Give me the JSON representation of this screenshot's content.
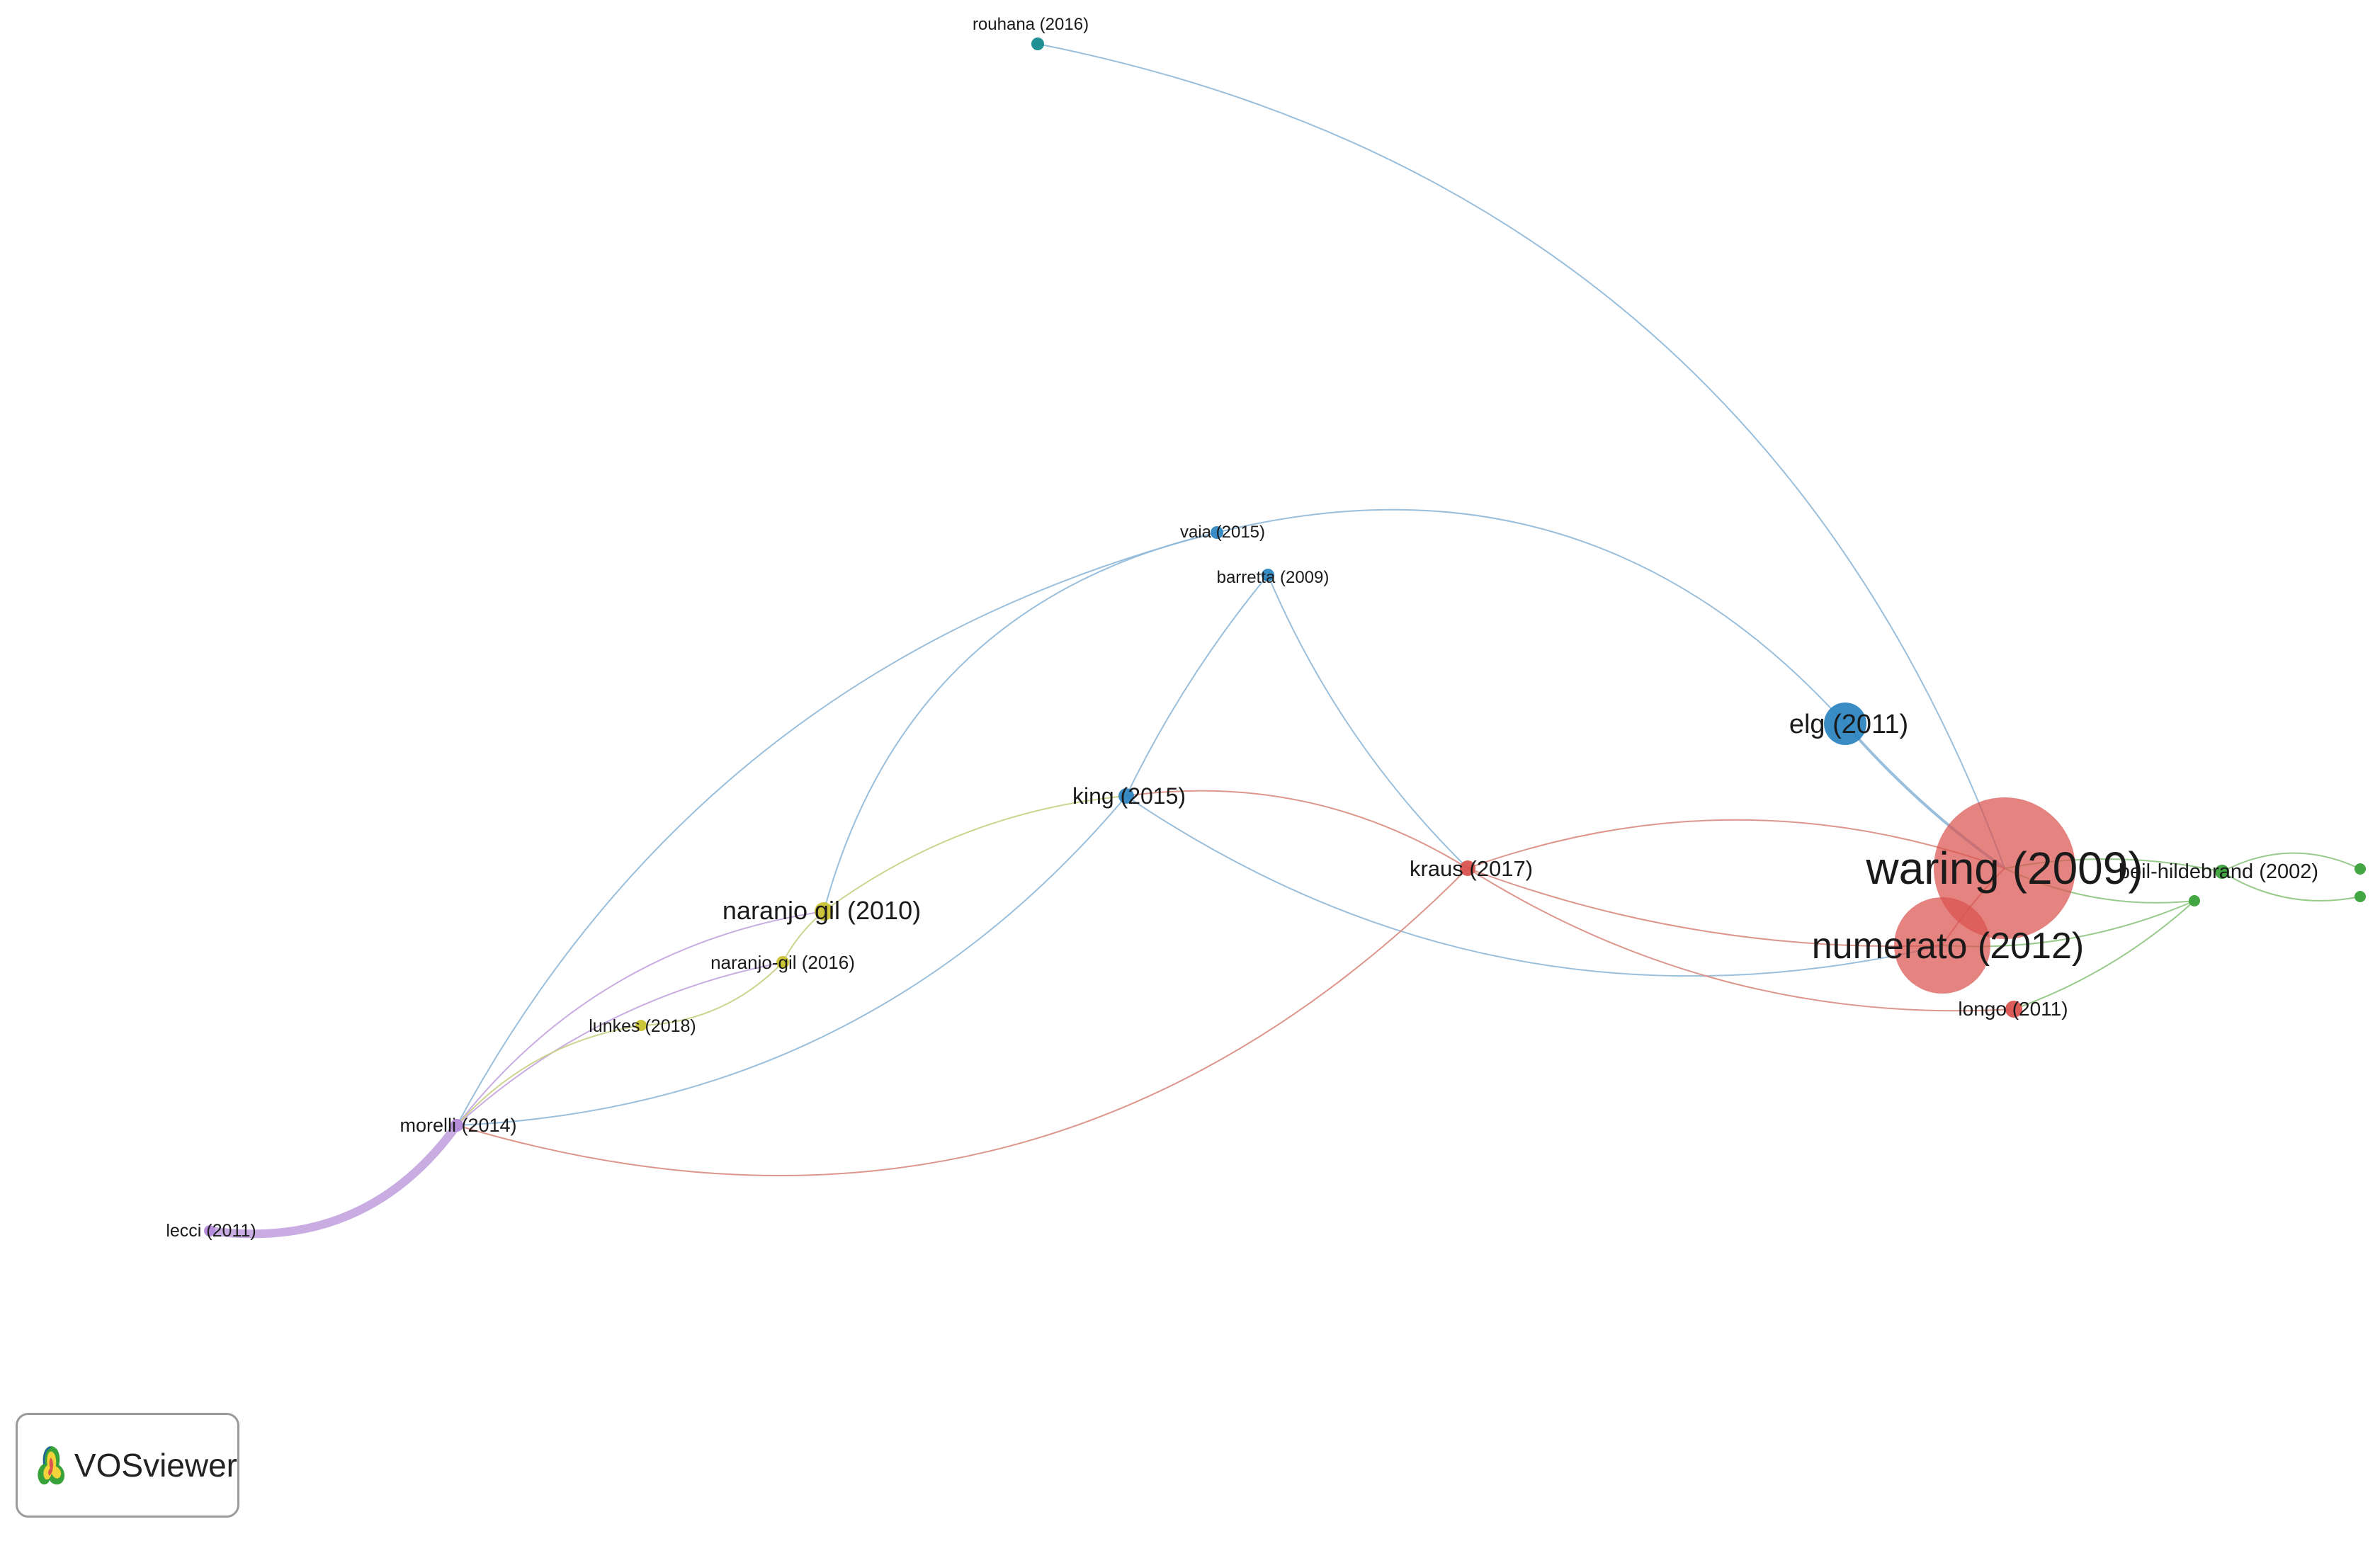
{
  "app": {
    "logo_label": "VOSviewer"
  },
  "colors": {
    "red": "#d9534f",
    "blue": "#2e86c1",
    "yellow": "#c9c232",
    "green": "#3aa23a",
    "purple": "#b48ad8",
    "teal": "#148a8f",
    "link_blue": "#8fb8d8",
    "link_red": "#d98b80",
    "link_green": "#8dc47e",
    "link_yellow": "#c9cf83",
    "link_purple": "#c2a3df"
  },
  "nodes": [
    {
      "id": "rouhana",
      "label": "rouhana (2016)",
      "cluster": "teal",
      "weight": 1
    },
    {
      "id": "vaia",
      "label": "vaia (2015)",
      "cluster": "blue",
      "weight": 1
    },
    {
      "id": "barretta",
      "label": "barretta (2009)",
      "cluster": "blue",
      "weight": 1
    },
    {
      "id": "elg",
      "label": "elg (2011)",
      "cluster": "blue",
      "weight": 4
    },
    {
      "id": "king",
      "label": "king (2015)",
      "cluster": "blue",
      "weight": 2
    },
    {
      "id": "kraus",
      "label": "kraus (2017)",
      "cluster": "red",
      "weight": 2
    },
    {
      "id": "waring",
      "label": "waring (2009)",
      "cluster": "red",
      "weight": 10
    },
    {
      "id": "numerato",
      "label": "numerato (2012)",
      "cluster": "red",
      "weight": 8
    },
    {
      "id": "longo",
      "label": "longo (2011)",
      "cluster": "red",
      "weight": 2
    },
    {
      "id": "beil",
      "label": "beil-hildebrand (2002)",
      "cluster": "green",
      "weight": 2
    },
    {
      "id": "naranjo2010",
      "label": "naranjo gil (2010)",
      "cluster": "yellow",
      "weight": 3
    },
    {
      "id": "naranjo2016",
      "label": "naranjo-gil (2016)",
      "cluster": "yellow",
      "weight": 1
    },
    {
      "id": "lunkes",
      "label": "lunkes (2018)",
      "cluster": "yellow",
      "weight": 1
    },
    {
      "id": "morelli",
      "label": "morelli (2014)",
      "cluster": "purple",
      "weight": 1
    },
    {
      "id": "lecci",
      "label": "lecci (2011)",
      "cluster": "purple",
      "weight": 1
    },
    {
      "id": "g1",
      "label": "",
      "cluster": "green",
      "weight": 1
    },
    {
      "id": "g2",
      "label": "",
      "cluster": "green",
      "weight": 1
    },
    {
      "id": "g3",
      "label": "",
      "cluster": "green",
      "weight": 1
    }
  ],
  "links": [
    {
      "from": "rouhana",
      "to": "waring",
      "color": "link_blue",
      "strength": 1
    },
    {
      "from": "vaia",
      "to": "elg",
      "color": "link_blue",
      "strength": 1
    },
    {
      "from": "vaia",
      "to": "naranjo2010",
      "color": "link_blue",
      "strength": 1
    },
    {
      "from": "vaia",
      "to": "morelli",
      "color": "link_blue",
      "strength": 1
    },
    {
      "from": "barretta",
      "to": "kraus",
      "color": "link_blue",
      "strength": 1
    },
    {
      "from": "barretta",
      "to": "king",
      "color": "link_blue",
      "strength": 1
    },
    {
      "from": "elg",
      "to": "waring",
      "color": "link_blue",
      "strength": 2
    },
    {
      "from": "king",
      "to": "kraus",
      "color": "link_red",
      "strength": 1
    },
    {
      "from": "king",
      "to": "numerato",
      "color": "link_blue",
      "strength": 1
    },
    {
      "from": "king",
      "to": "morelli",
      "color": "link_blue",
      "strength": 1
    },
    {
      "from": "king",
      "to": "naranjo2010",
      "color": "link_yellow",
      "strength": 1
    },
    {
      "from": "kraus",
      "to": "waring",
      "color": "link_red",
      "strength": 1
    },
    {
      "from": "kraus",
      "to": "numerato",
      "color": "link_red",
      "strength": 1
    },
    {
      "from": "kraus",
      "to": "longo",
      "color": "link_red",
      "strength": 1
    },
    {
      "from": "morelli",
      "to": "kraus",
      "color": "link_red",
      "strength": 1
    },
    {
      "from": "morelli",
      "to": "lecci",
      "color": "link_purple",
      "strength": 6
    },
    {
      "from": "morelli",
      "to": "naranjo2010",
      "color": "link_purple",
      "strength": 1
    },
    {
      "from": "morelli",
      "to": "naranjo2016",
      "color": "link_purple",
      "strength": 1
    },
    {
      "from": "lunkes",
      "to": "naranjo2016",
      "color": "link_yellow",
      "strength": 1
    },
    {
      "from": "lunkes",
      "to": "morelli",
      "color": "link_yellow",
      "strength": 1
    },
    {
      "from": "naranjo2010",
      "to": "naranjo2016",
      "color": "link_yellow",
      "strength": 1
    },
    {
      "from": "waring",
      "to": "beil",
      "color": "link_green",
      "strength": 1
    },
    {
      "from": "waring",
      "to": "g1",
      "color": "link_green",
      "strength": 1
    },
    {
      "from": "numerato",
      "to": "g1",
      "color": "link_green",
      "strength": 1
    },
    {
      "from": "longo",
      "to": "g1",
      "color": "link_green",
      "strength": 1
    },
    {
      "from": "beil",
      "to": "g2",
      "color": "link_green",
      "strength": 1
    },
    {
      "from": "beil",
      "to": "g3",
      "color": "link_green",
      "strength": 1
    },
    {
      "from": "waring",
      "to": "numerato",
      "color": "link_red",
      "strength": 1
    }
  ]
}
